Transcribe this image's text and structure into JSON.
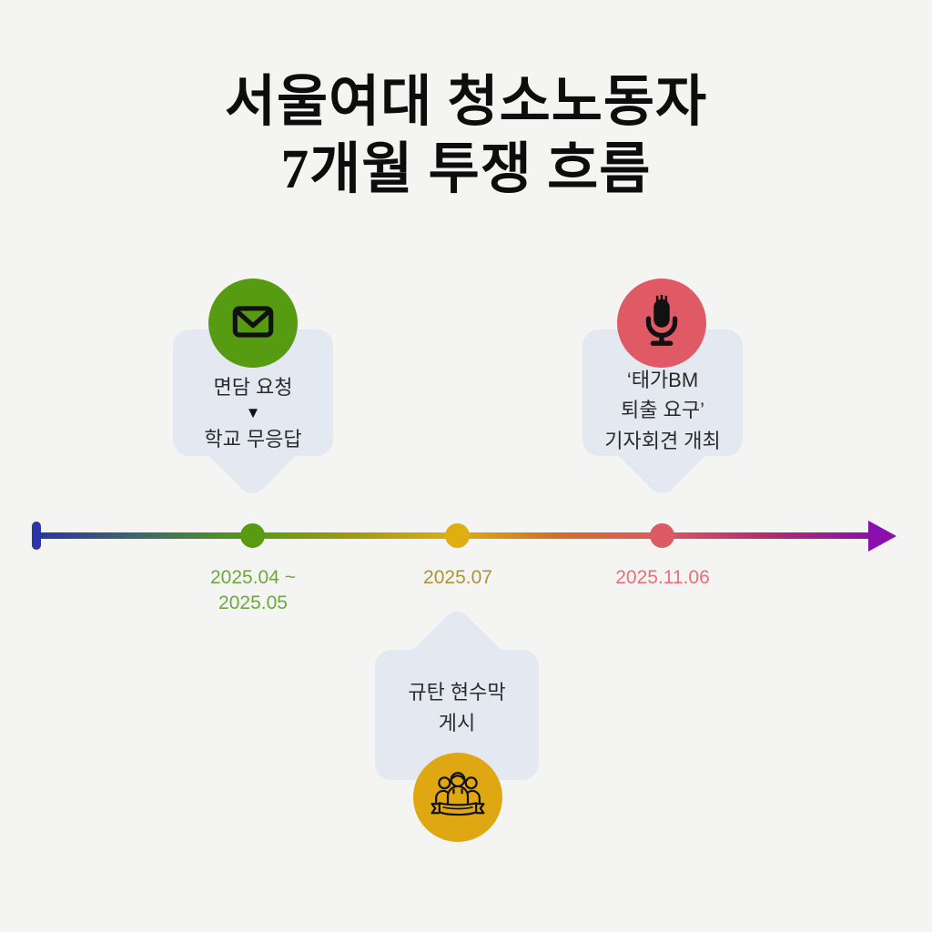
{
  "title": {
    "line1": "서울여대 청소노동자",
    "line2": "7개월 투쟁 흐름"
  },
  "timeline": {
    "direction": "left-to-right",
    "start_cap_color": "#2b35a3",
    "arrow_color": "#8a10ad",
    "gradient_colors": [
      "#2b35a3",
      "#579b13",
      "#dfae10",
      "#cf6f28",
      "#dc5a64",
      "#8a10ad"
    ],
    "events": [
      {
        "id": "meeting-request",
        "dates": [
          "2025.04 ~",
          "2025.05"
        ],
        "date_color": "#6aaa3c",
        "dot_color": "#579b13",
        "icon": "envelope-icon",
        "icon_bg": "#579b13",
        "card_position": "above-line",
        "lines": [
          "면담 요청",
          "▼",
          "학교 무응답"
        ]
      },
      {
        "id": "banner-posting",
        "dates": [
          "2025.07"
        ],
        "date_color": "#ad9431",
        "dot_color": "#dfae10",
        "icon": "people-banner-icon",
        "icon_bg": "#dfa813",
        "card_position": "below-line",
        "lines": [
          "규탄 현수막",
          "게시"
        ]
      },
      {
        "id": "press-conference",
        "dates": [
          "2025.11.06"
        ],
        "date_color": "#ed6e78",
        "dot_color": "#dc5a64",
        "icon": "microphone-icon",
        "icon_bg": "#e05a66",
        "card_position": "above-line",
        "lines": [
          "‘태가BM",
          "퇴출 요구’",
          "기자회견 개최"
        ]
      }
    ]
  },
  "palette": {
    "background": "#f4f4f2",
    "card_background": "#e4e8f1",
    "title_color": "#0d0d0d",
    "body_text_color": "#2b2b2b"
  }
}
